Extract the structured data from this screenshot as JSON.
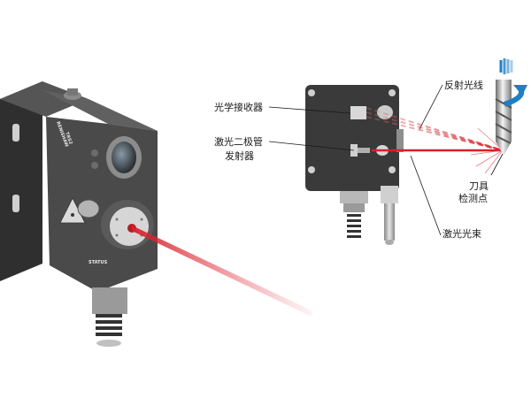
{
  "labels": {
    "receiver": "光学接收器",
    "diode_line1": "激光二极管",
    "diode_line2": "发射器",
    "reflected": "反射光线",
    "tool_line1": "刀具",
    "tool_line2": "检测点",
    "beam": "激光光束"
  },
  "device_text": {
    "brand": "RENISHAW",
    "model": "TRS2",
    "status": "STATUS"
  },
  "colors": {
    "housing_dark": "#3a3a3a",
    "housing_face": "#4a4a4a",
    "laser_red": "#d8202a",
    "arrow_blue": "#1f7fc4",
    "label_text": "#1a1a1a"
  },
  "icons": {
    "warning": "laser-warning-icon",
    "rotation": "rotation-arrow-icon"
  }
}
